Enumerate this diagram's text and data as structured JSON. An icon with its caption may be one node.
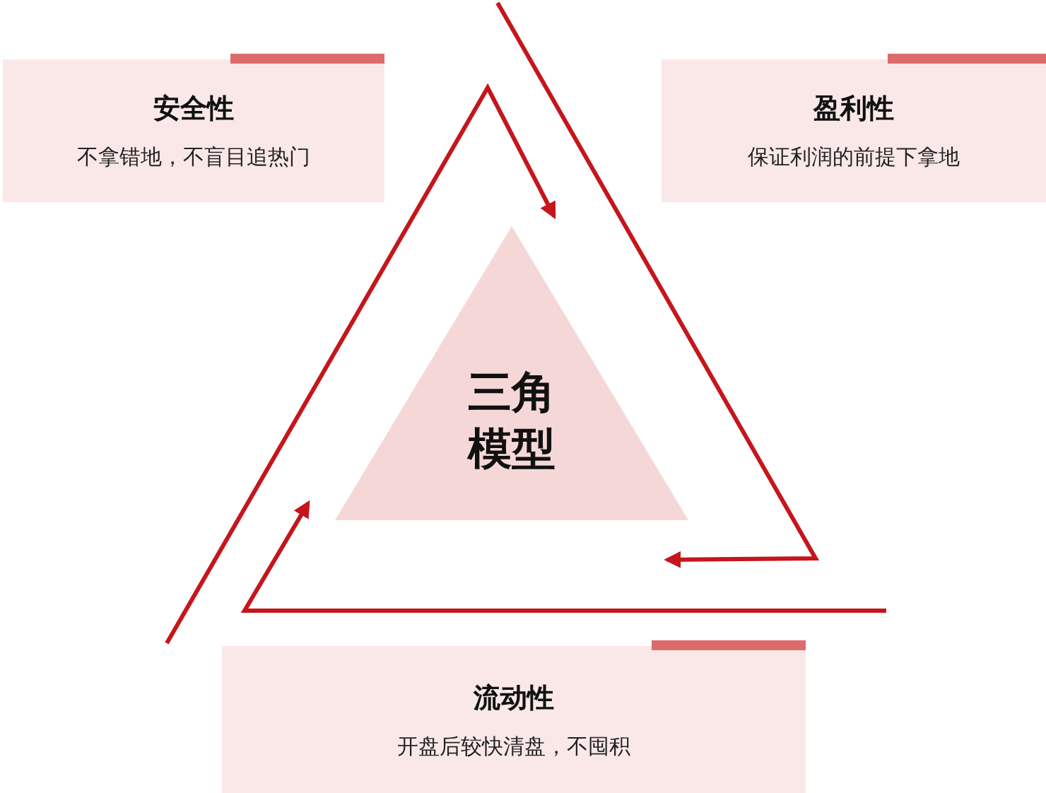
{
  "diagram": {
    "nodes": [
      {
        "text": [
          "安全性",
          "不拿错地，不盲目追热门"
        ]
      },
      {
        "text": [
          "盈利性",
          "保证利润的前提下拿地"
        ]
      },
      {
        "text": [
          "三角模型"
        ]
      },
      {
        "text": [
          "流动性",
          "开盘后较快清盘，不囤积"
        ]
      }
    ]
  }
}
